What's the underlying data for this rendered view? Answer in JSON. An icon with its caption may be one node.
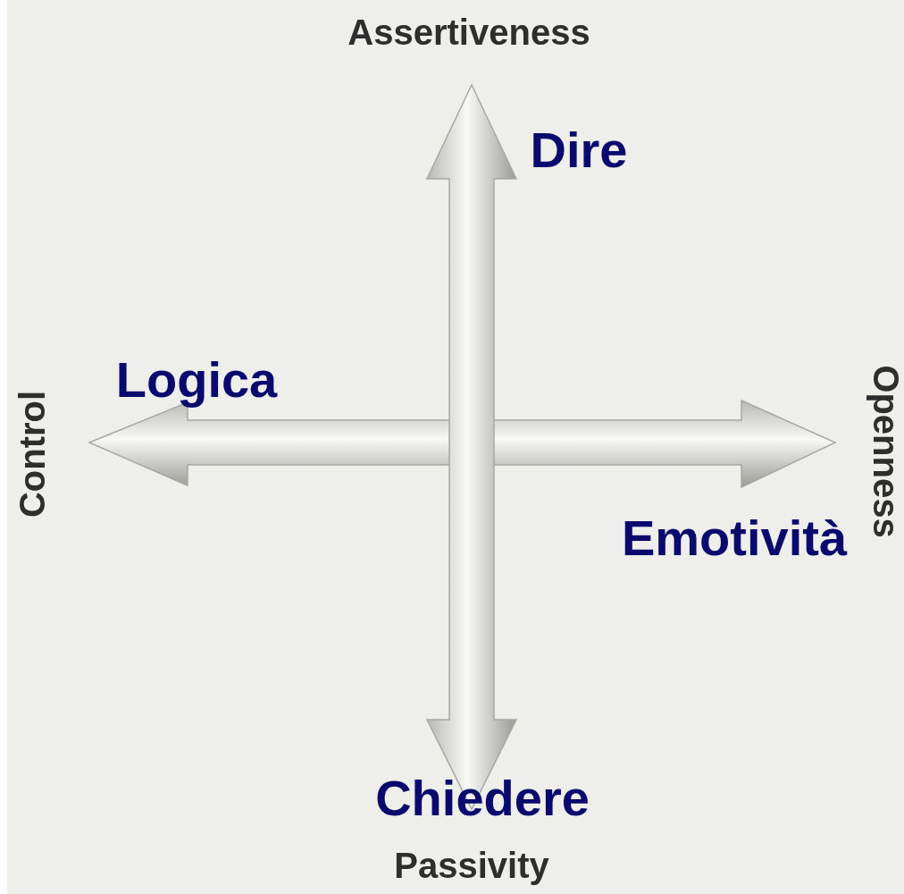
{
  "diagram": {
    "labels": [
      "Assertiveness",
      "Dire",
      "Logica",
      "Control",
      "Openness",
      "Emotività",
      "Chiedere",
      "Passivity"
    ]
  }
}
